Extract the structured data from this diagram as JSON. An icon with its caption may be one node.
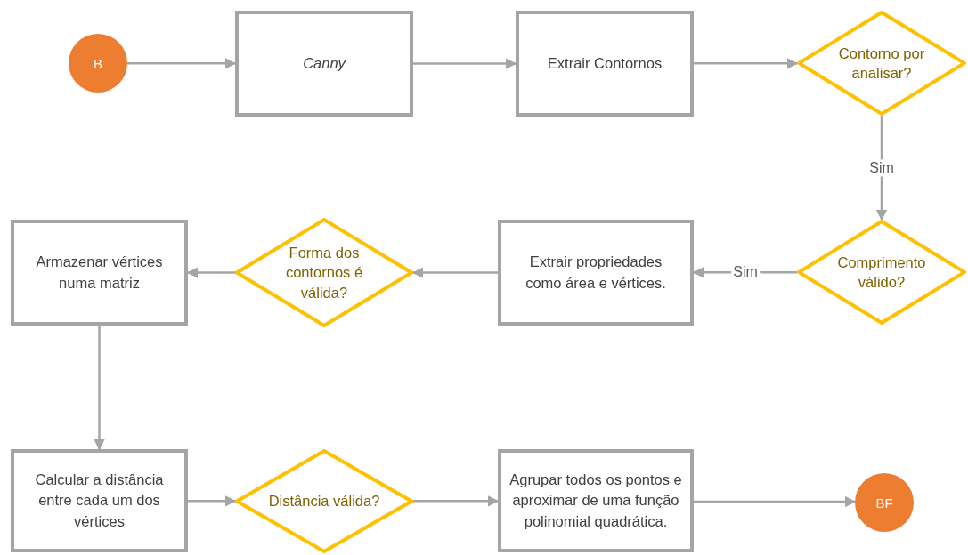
{
  "diagram": {
    "nodes": [
      {
        "text": [
          "B"
        ]
      },
      {
        "text": [
          "Canny"
        ]
      },
      {
        "text": [
          "Extrair Contornos"
        ]
      },
      {
        "text": [
          "Contorno por analisar?"
        ]
      },
      {
        "text": [
          "Comprimento válido?"
        ]
      },
      {
        "text": [
          "Extrair propriedades como área e vértices."
        ]
      },
      {
        "text": [
          "Forma dos contornos é válida?"
        ]
      },
      {
        "text": [
          "Armazenar vértices numa matriz"
        ]
      },
      {
        "text": [
          "Calcular a distância entre cada um dos vértices"
        ]
      },
      {
        "text": [
          "Distância válida?"
        ]
      },
      {
        "text": [
          "Agrupar todos os pontos e aproximar de uma função polinomial quadrática."
        ]
      },
      {
        "text": [
          "BF"
        ]
      }
    ],
    "edges": [
      {
        "from": 0,
        "to": 1,
        "arrow": "to"
      },
      {
        "from": 1,
        "to": 2,
        "arrow": "to"
      },
      {
        "from": 2,
        "to": 3,
        "arrow": "to"
      },
      {
        "from": 3,
        "to": 4,
        "arrow": "to",
        "label": "Sim"
      },
      {
        "from": 4,
        "to": 5,
        "arrow": "to",
        "label": "Sim"
      },
      {
        "from": 5,
        "to": 6,
        "arrow": "to"
      },
      {
        "from": 6,
        "to": 7,
        "arrow": "to"
      },
      {
        "from": 7,
        "to": 8,
        "arrow": "to"
      },
      {
        "from": 8,
        "to": 9,
        "arrow": "to"
      },
      {
        "from": 9,
        "to": 10,
        "arrow": "to"
      },
      {
        "from": 10,
        "to": 11,
        "arrow": "to"
      }
    ]
  }
}
